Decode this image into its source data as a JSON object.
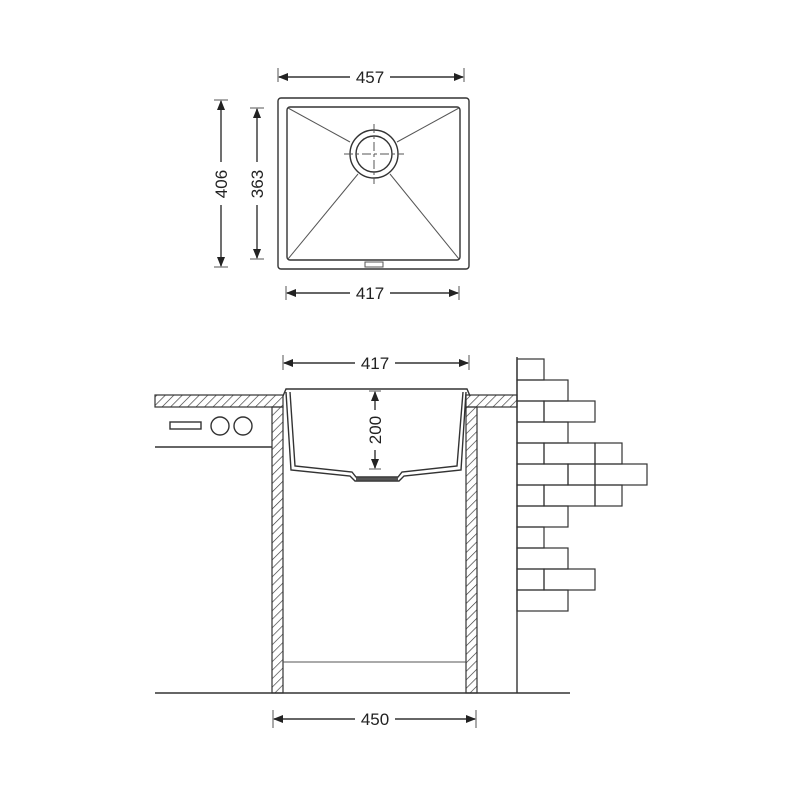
{
  "top_view": {
    "outer_width": "457",
    "outer_depth": "406",
    "inner_depth": "363",
    "inner_width": "417"
  },
  "side_view": {
    "bowl_width": "417",
    "bowl_depth": "200",
    "cabinet_width": "450"
  },
  "colors": {
    "line": "#333333",
    "background": "#ffffff"
  }
}
